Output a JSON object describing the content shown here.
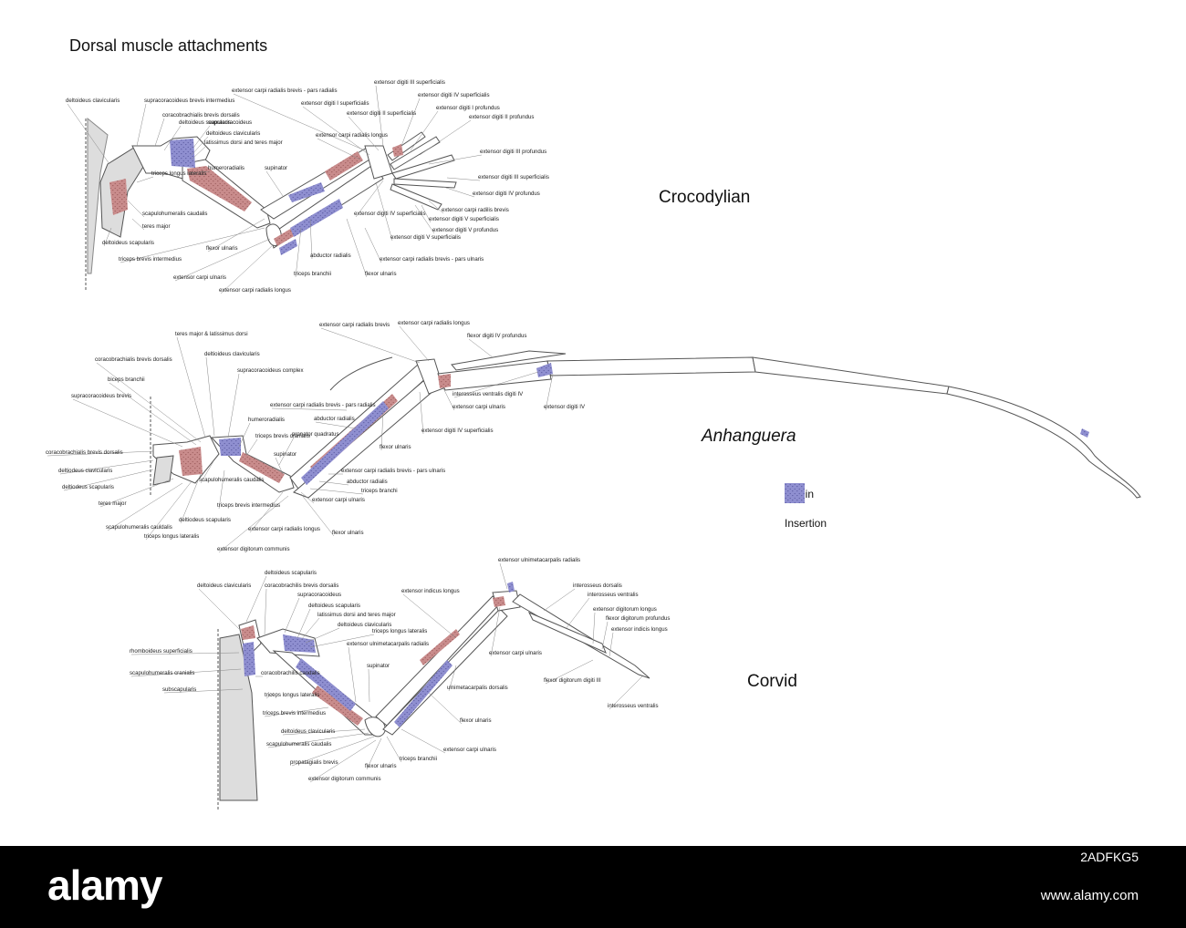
{
  "title": "Dorsal muscle attachments",
  "taxa": [
    {
      "name": "Crocodylian",
      "italic": false
    },
    {
      "name": "Anhanguera",
      "italic": true
    },
    {
      "name": "Corvid",
      "italic": false
    }
  ],
  "legend": [
    {
      "label": "Origin",
      "color": "#c98c8c"
    },
    {
      "label": "Insertion",
      "color": "#8f8fd0"
    }
  ],
  "colors": {
    "bone_outline": "#555555",
    "bone_fill": "#ffffff",
    "shade": "#dddddd",
    "leader": "#888888"
  },
  "labels": {
    "croc": [
      "deltoideus clavicularis",
      "supracoracoideus brevis intermedius",
      "coracobrachialis brevis dorsalis",
      "deltoideus scapularis",
      "supracoracoideus",
      "deltoideus clavicularis",
      "latissimus dorsi and teres major",
      "humeroradialis",
      "triceps longus lateralis",
      "scapulohumeralis caudalis",
      "teres major",
      "deltoideus scapularis",
      "flexor ulnaris",
      "triceps brevis intermedius",
      "extensor carpi ulnaris",
      "extensor carpi radialis longus",
      "supinator",
      "extensor carpi radialis brevis - pars radialis",
      "extensor digiti I superficialis",
      "extensor carpi radialis longus",
      "extensor digiti II superficialis",
      "extensor digiti III superficialis",
      "extensor digiti IV superficialis",
      "extensor digiti I profundus",
      "extensor digiti II profundus",
      "extensor digiti III profundus",
      "extensor digiti III superficialis",
      "extensor digiti IV profundus",
      "extensor carpi radilis brevis",
      "extensor digiti V superficialis",
      "extensor digiti V profundus",
      "extensor digiti IV superficialis",
      "extensor digiti V superficialis",
      "extensor carpi radialis brevis - pars ulnaris",
      "abductor radialis",
      "triceps branchii",
      "flexor ulnaris"
    ],
    "anh": [
      "teres major & latissimus dorsi",
      "deltioideus clavicularis",
      "coracobrachialis brevis dorsalis",
      "supracoracoideus complex",
      "biceps branchii",
      "supracoracoideus brevis",
      "humeroradialis",
      "triceps brevis cranialis",
      "pronator quadratus",
      "supinator",
      "coracobrachialis brevis dorsalis",
      "deltiodeus clavicularis",
      "deltiodeus scapularis",
      "teres major",
      "scapulohumeralis cauldalis",
      "triceps longus lateralis",
      "deltiodeus scapularis",
      "triceps brevis intermedius",
      "scapulohumeralis caudalis",
      "extensor carpi radialis longus",
      "extensor digitorum communis",
      "flexor ulnaris",
      "extensor carpi ulnaris",
      "triceps branchi",
      "abductor radialis",
      "extensor carpi radialis brevis - pars ulnaris",
      "flexor ulnaris",
      "abductor radialis",
      "extensor carpi radialis brevis - pars radialis",
      "extensor digiti IV superficialis",
      "extensor carpi ulnaris",
      "extensor carpi radialis brevis",
      "extensor carpi radialis longus",
      "flexor digiti IV profundus",
      "interosseus ventralis digiti IV",
      "extensor digiti IV"
    ],
    "corvid": [
      "deltoideus clavicularis",
      "deltoideus scapularis",
      "coracobrachilis brevis dorsalis",
      "supracoracoideus",
      "deltoideus scapularis",
      "latissimus dorsi and teres major",
      "deltoideus clavicularis",
      "triceps longus lateralis",
      "rhomboideus superficialis",
      "scapulohumeralis cranialis",
      "subscapularis",
      "coracobrachilis caudalis",
      "triceps longus lateralis",
      "extensor ulnimetacarpalis radialis",
      "supinator",
      "triceps brevis intermedius",
      "deltoideus clavicularis",
      "scapulohumeralis caudalis",
      "propatagialis brevis",
      "extensor digitorum communis",
      "flexor ulnaris",
      "triceps branchii",
      "extensor carpi ulnaris",
      "flexor ulnaris",
      "ulnimetacarpalis dorsalis",
      "extensor carpi ulnaris",
      "extensor indicus longus",
      "extensor ulnimetacarpalis radialis",
      "interosseus dorsalis",
      "interosseus ventralis",
      "extensor digitorum longus",
      "flexor digitorum profundus",
      "extensor indicis longus",
      "flexor digitorum digiti III",
      "interosseus ventralis"
    ]
  },
  "footer": {
    "brand": "alamy",
    "image_id": "2ADFKG5",
    "url": "www.alamy.com"
  }
}
